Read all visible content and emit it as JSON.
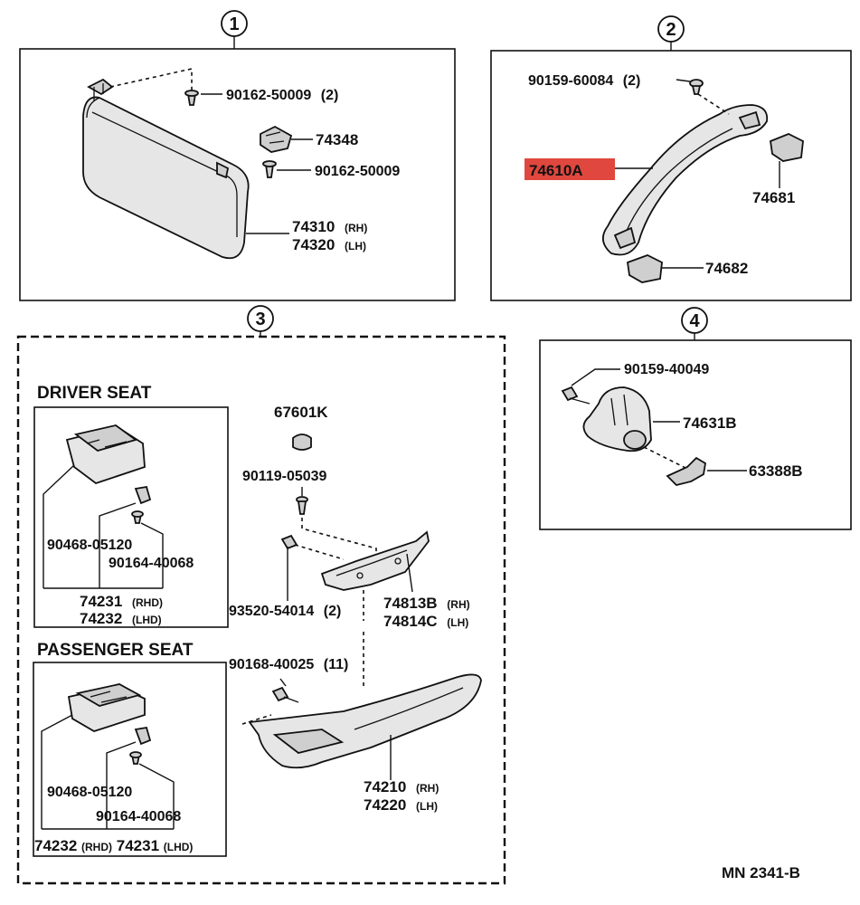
{
  "sections": {
    "s1": {
      "num": "1"
    },
    "s2": {
      "num": "2"
    },
    "s3": {
      "num": "3"
    },
    "s4": {
      "num": "4"
    }
  },
  "parts": {
    "p90162_50009_2": {
      "pn": "90162-50009",
      "qty": "(2)"
    },
    "p74348": {
      "pn": "74348"
    },
    "p90162_50009": {
      "pn": "90162-50009"
    },
    "p74310": {
      "pn": "74310",
      "suffix": "(RH)"
    },
    "p74320": {
      "pn": "74320",
      "suffix": "(LH)"
    },
    "p90159_60084": {
      "pn": "90159-60084",
      "qty": "(2)"
    },
    "p74610A": {
      "pn": "74610A",
      "highlight": "#e0473e"
    },
    "p74681": {
      "pn": "74681"
    },
    "p74682": {
      "pn": "74682"
    },
    "p90159_40049": {
      "pn": "90159-40049"
    },
    "p74631B": {
      "pn": "74631B"
    },
    "p63388B": {
      "pn": "63388B"
    },
    "p67601K": {
      "pn": "67601K"
    },
    "p90119_05039": {
      "pn": "90119-05039"
    },
    "p93520_54014": {
      "pn": "93520-54014",
      "qty": "(2)"
    },
    "p74813B": {
      "pn": "74813B",
      "suffix": "(RH)"
    },
    "p74814C": {
      "pn": "74814C",
      "suffix": "(LH)"
    },
    "p90168_40025": {
      "pn": "90168-40025",
      "qty": "(11)"
    },
    "p74210": {
      "pn": "74210",
      "suffix": "(RH)"
    },
    "p74220": {
      "pn": "74220",
      "suffix": "(LH)"
    },
    "driver": {
      "heading": "DRIVER SEAT",
      "screw": "90468-05120",
      "clip": "90164-40068",
      "sw1": {
        "pn": "74231",
        "suffix": "(RHD)"
      },
      "sw2": {
        "pn": "74232",
        "suffix": "(LHD)"
      }
    },
    "passenger": {
      "heading": "PASSENGER SEAT",
      "screw": "90468-05120",
      "clip": "90164-40068",
      "sw1": {
        "pn": "74232",
        "suffix": "(RHD)"
      },
      "sw2": {
        "pn": "74231",
        "suffix": "(LHD)"
      }
    }
  },
  "ref_code": "MN 2341-B"
}
